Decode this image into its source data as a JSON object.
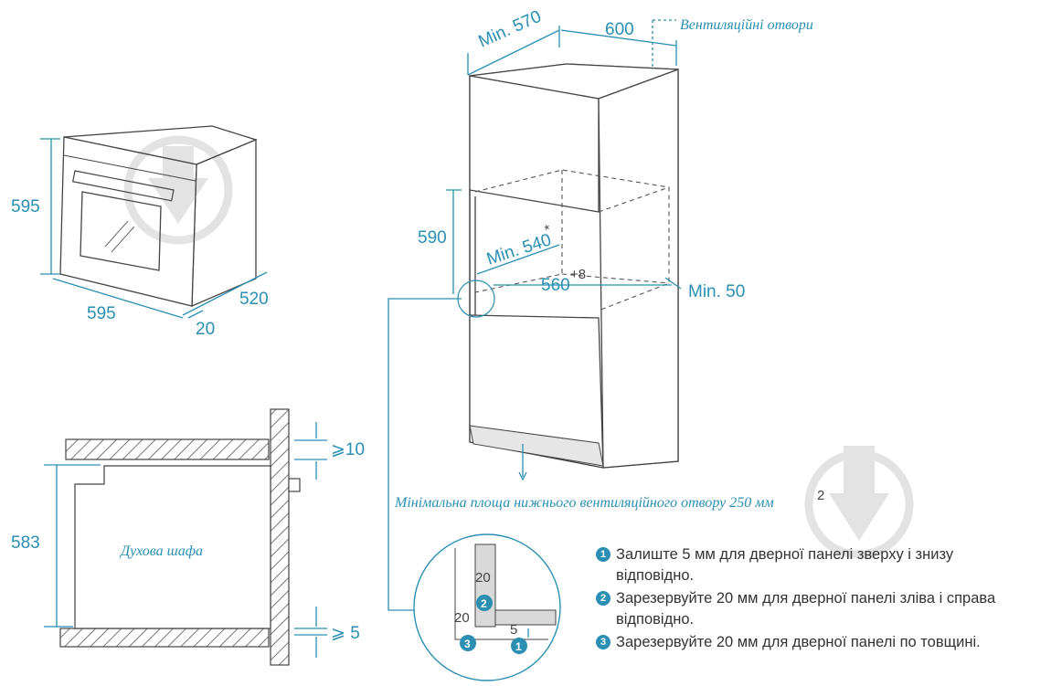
{
  "oven": {
    "height_label": "595",
    "width_label": "595",
    "depth_label": "520",
    "panel_label": "20"
  },
  "column": {
    "min570_label": "Min. 570",
    "w600_label": "600",
    "vent_label": "Вентиляційні отвори",
    "h590_label": "590",
    "min540_label": "Min. 540",
    "min540_sup": "*",
    "w560_label": "560",
    "w560_sup": "+8",
    "min50_label": "Min. 50",
    "bottom_vent_label": "Мінімальна площа нижнього вентиляційного отвору 250 мм",
    "bottom_vent_sup": "2"
  },
  "section": {
    "gap_top_label": "⩾10",
    "height_label": "583",
    "cabinet_label": "Духова шафа",
    "gap_bottom_label": "⩾ 5"
  },
  "detail": {
    "label_20_top": "20",
    "label_20_left": "20",
    "label_5": "5",
    "badge_1": "1",
    "badge_2": "2",
    "badge_3": "3"
  },
  "notes": [
    {
      "num": "1",
      "text": "Залиште 5 мм для дверної панелі зверху і знизу відповідно."
    },
    {
      "num": "2",
      "text": "Зарезервуйте 20 мм для дверної панелі зліва і справа відповідно."
    },
    {
      "num": "3",
      "text": "Зарезервуйте 20 мм для дверної панелі по товщині."
    }
  ],
  "colors": {
    "accent": "#2a8fb2",
    "line": "#444444",
    "hatch": "#777777"
  }
}
